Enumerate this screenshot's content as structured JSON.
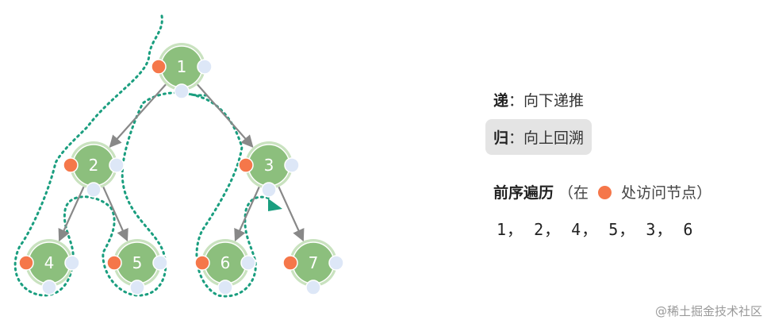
{
  "tree": {
    "nodes": [
      {
        "id": "1",
        "label": "1"
      },
      {
        "id": "2",
        "label": "2"
      },
      {
        "id": "3",
        "label": "3"
      },
      {
        "id": "4",
        "label": "4"
      },
      {
        "id": "5",
        "label": "5"
      },
      {
        "id": "6",
        "label": "6"
      },
      {
        "id": "7",
        "label": "7"
      }
    ],
    "edges": [
      [
        "1",
        "2"
      ],
      [
        "1",
        "3"
      ],
      [
        "2",
        "4"
      ],
      [
        "2",
        "5"
      ],
      [
        "3",
        "6"
      ],
      [
        "3",
        "7"
      ]
    ]
  },
  "legend": {
    "recursion_term": "递",
    "recursion_desc": "：向下递推",
    "backtrack_term": "归",
    "backtrack_desc": "：向上回溯",
    "traversal_title": "前序遍历",
    "traversal_note_open": " （在 ",
    "traversal_note_close": " 处访问节点）",
    "sequence": "1， 2， 4， 5， 3， 6"
  },
  "watermark": "@稀土掘金技术社区",
  "colors": {
    "node_fill": "#8cbf7d",
    "node_ring": "#c9e2bf",
    "visit_dot": "#f5774a",
    "aux_dot": "#dde7f7",
    "trace": "#1a9e7f",
    "edge": "#888888"
  }
}
